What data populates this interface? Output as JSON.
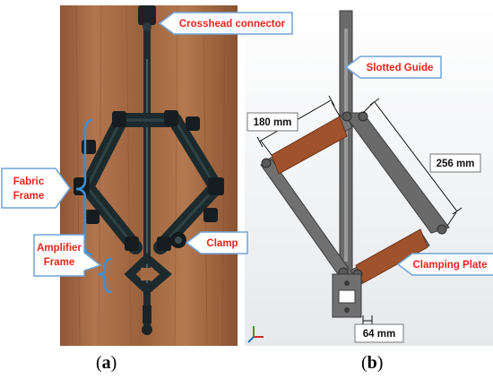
{
  "panel_a": {
    "caption_letter": "a",
    "labels": {
      "crosshead": "Crosshead connector",
      "fabric_line1": "Fabric",
      "fabric_line2": "Frame",
      "amplifier_line1": "Amplifier",
      "amplifier_line2": "Frame",
      "clamp": "Clamp"
    },
    "colors": {
      "wood": "#a46b45",
      "metal": "#1d2a2d",
      "callout_text": "#e8241c",
      "brace": "#3f8fd4"
    }
  },
  "panel_b": {
    "caption_letter": "b",
    "labels": {
      "slotted_guide": "Slotted Guide",
      "clamping_plate": "Clamping Plate"
    },
    "dimensions": {
      "d180": "180 mm",
      "d256": "256 mm",
      "d64": "64 mm"
    },
    "colors": {
      "metal": "#6a6a6a",
      "pad": "#a0522d",
      "background": "#eef0f2"
    }
  }
}
